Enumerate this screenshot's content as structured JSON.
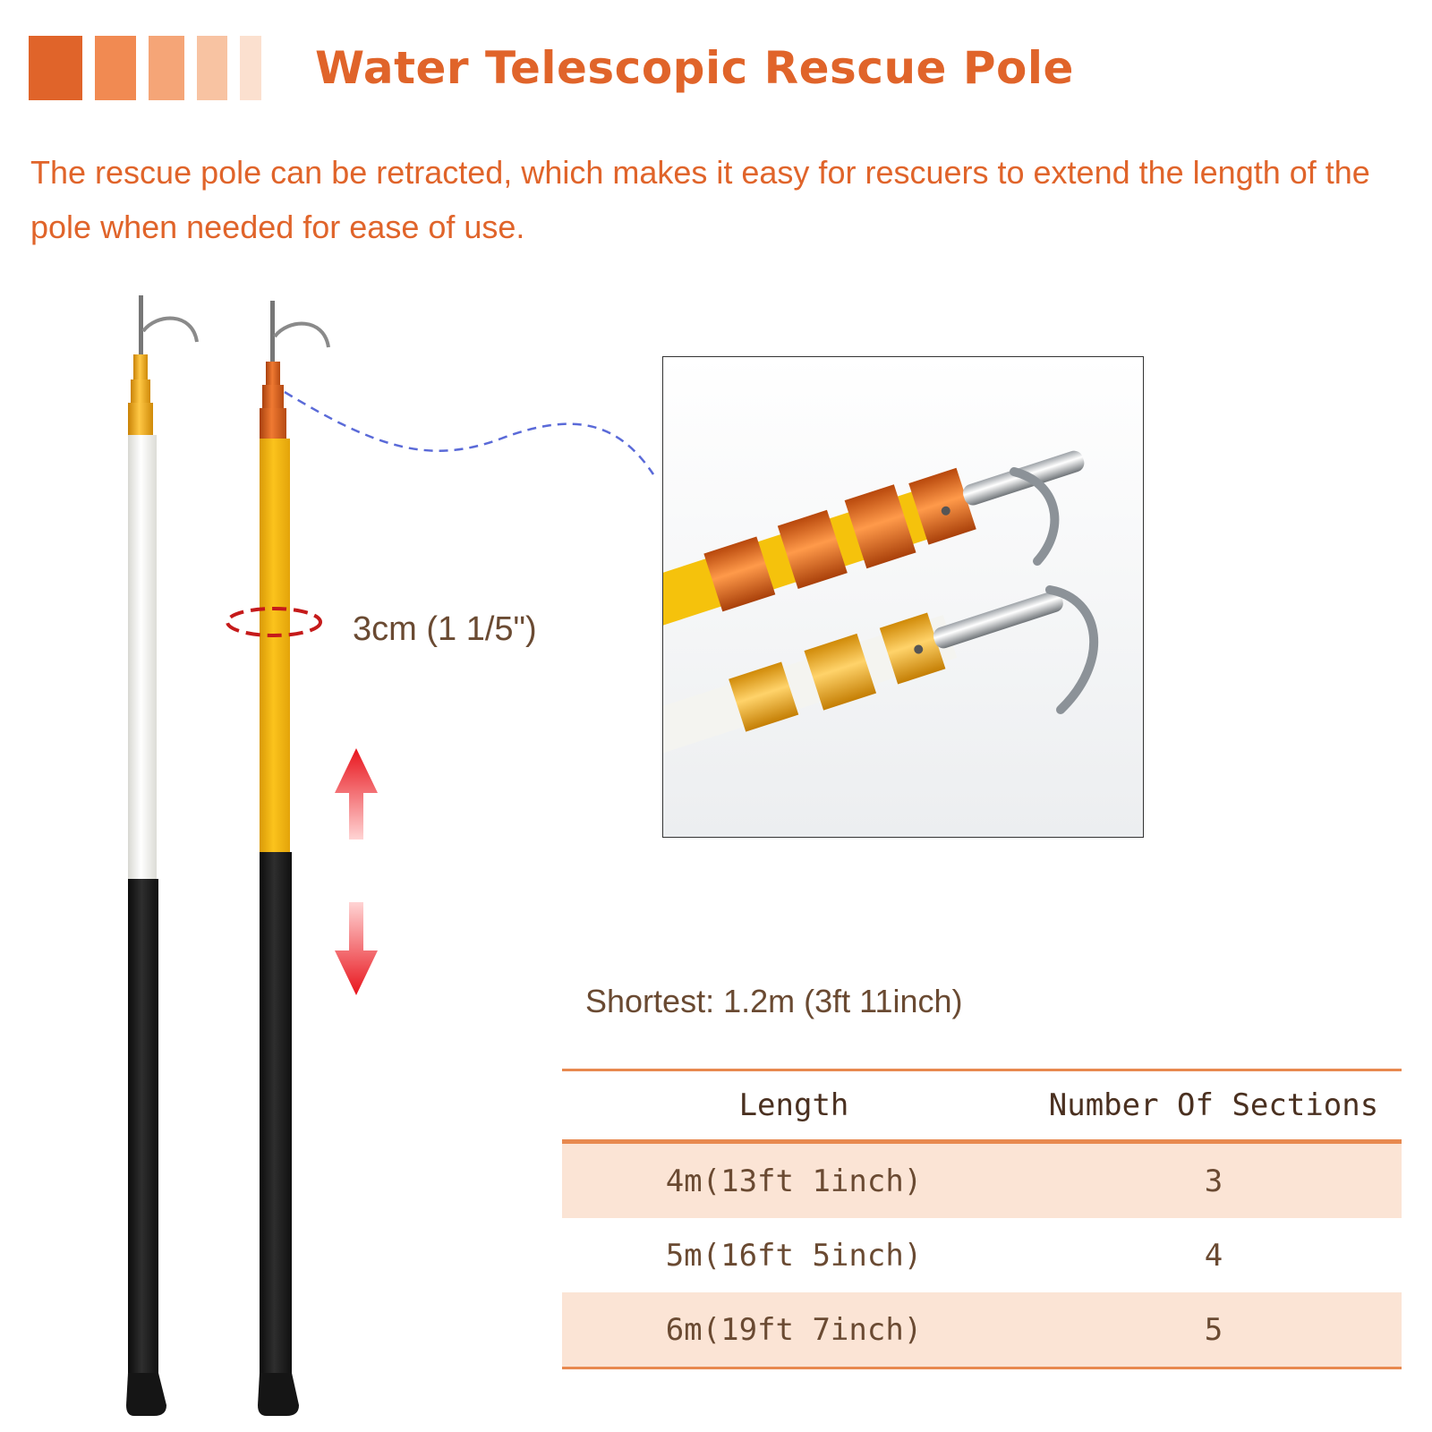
{
  "header": {
    "title": "Water Telescopic Rescue Pole",
    "bar_colors": [
      "#e0642a",
      "#f18a52",
      "#f5a577",
      "#f8c3a2",
      "#fbe0cf"
    ]
  },
  "description": "The rescue pole can be retracted, which makes it easy for rescuers to extend the length of the pole when needed for ease of use.",
  "diameter_label": "3cm (1 1/5\")",
  "shortest_label": "Shortest: 1.2m (3ft 11inch)",
  "spec_table": {
    "headers": [
      "Length",
      "Number Of Sections"
    ],
    "rows": [
      {
        "length": "4m(13ft 1inch)",
        "sections": "3"
      },
      {
        "length": "5m(16ft 5inch)",
        "sections": "4"
      },
      {
        "length": "6m(19ft 7inch)",
        "sections": "5"
      }
    ]
  },
  "colors": {
    "accent": "#e0642a",
    "table_rule": "#e8894f",
    "row_shade": "#fbe4d5",
    "text_brown": "#6a4a32",
    "pole_yellow": "#f7bd14",
    "pole_white": "#f4f4f0",
    "pole_black": "#1c1c1c",
    "sleeve_orange": "#d4621e",
    "sleeve_gold": "#f0a310",
    "arrow_red": "#e8141c"
  },
  "icons": [
    "pole-hook-icon",
    "diameter-ring-icon",
    "extend-up-arrow-icon",
    "retract-down-arrow-icon"
  ]
}
